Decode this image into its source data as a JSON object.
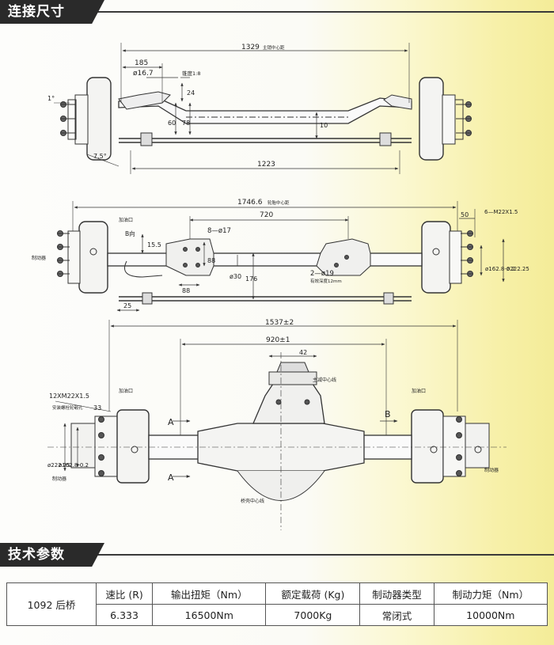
{
  "sections": {
    "dimensions_title": "连接尺寸",
    "params_title": "技术参数"
  },
  "drawing1": {
    "width_overall": "1329",
    "width_overall_note": "主销中心距",
    "d185": "185",
    "d16_7": "ø16.7",
    "taper": "锥度1:8",
    "d24": "24",
    "d60": "60",
    "d78": "78",
    "d10": "10",
    "d1223": "1223",
    "ang1": "1°",
    "ang75": "7.5°"
  },
  "drawing2": {
    "track": "1746.6",
    "track_note": "轮胎中心距",
    "d720": "720",
    "hole_8": "8—ø17",
    "d15_5": "15.5",
    "d88": "88",
    "d88b": "88",
    "d30": "ø30",
    "d176": "176",
    "hole_2": "2—ø19",
    "hole_2_note": "有效深度12mm",
    "d25": "25",
    "d50": "50",
    "stud": "6—M22X1.5",
    "d162": "ø162.8-0.2",
    "d222": "ø222.25",
    "b_dir": "B向",
    "oil": "加油口",
    "brake": "制动器"
  },
  "drawing3": {
    "d1537": "1537±2",
    "d920": "920±1",
    "d42": "42",
    "stud": "12XM22X1.5",
    "d33": "33",
    "bolt_note": "安装螺栓轮毂孔",
    "d222": "ø222.25",
    "d162": "ø162.8-0.2",
    "brake_l": "制动器",
    "brake_r": "制动器",
    "oil_l": "加油口",
    "oil_r": "加油口",
    "center": "主减中心线",
    "axle_center": "桥壳中心线",
    "label_a1": "A",
    "label_a2": "A",
    "label_b": "B"
  },
  "spec_table": {
    "model": "1092 后桥",
    "headers": [
      "速比 (R)",
      "输出扭矩（Nm）",
      "额定载荷 (Kg)",
      "制动器类型",
      "制动力矩（Nm）"
    ],
    "values": [
      "6.333",
      "16500Nm",
      "7000Kg",
      "常闭式",
      "10000Nm"
    ]
  }
}
